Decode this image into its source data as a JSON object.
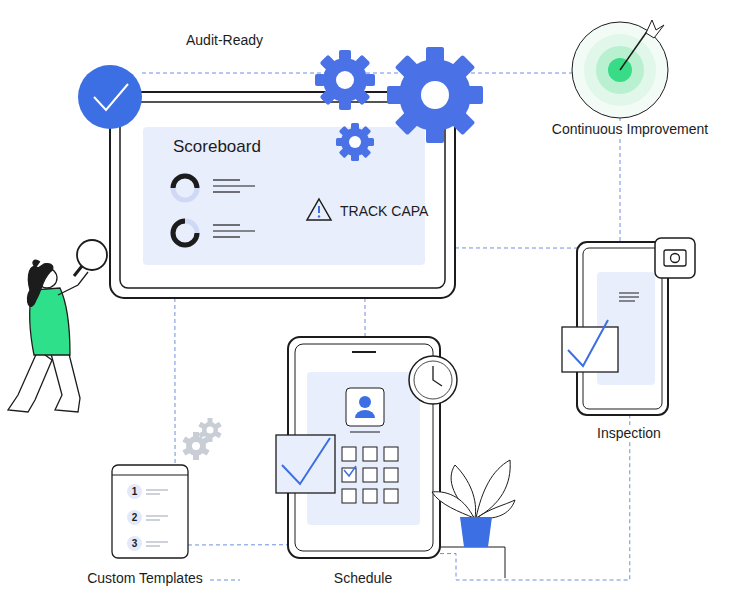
{
  "diagram": {
    "nodes": [
      {
        "text": [
          "Scoreboard",
          "TRACK CAPA"
        ]
      },
      {
        "text": [
          "Continuous Improvement"
        ]
      },
      {
        "text": [
          "Inspection"
        ]
      },
      {
        "text": [
          "Schedule"
        ]
      },
      {
        "text": [
          "1",
          "2",
          "3",
          "Custom Templates"
        ]
      },
      {
        "text": [
          "Audit-Ready"
        ]
      }
    ],
    "edges": [
      {
        "from": 5,
        "to": 1,
        "arrow": "none"
      },
      {
        "from": 1,
        "to": 2,
        "arrow": "none"
      },
      {
        "from": 0,
        "to": 2,
        "arrow": "none"
      },
      {
        "from": 0,
        "to": 3,
        "arrow": "none"
      },
      {
        "from": 0,
        "to": 4,
        "arrow": "none"
      },
      {
        "from": 4,
        "to": 3,
        "arrow": "none"
      },
      {
        "from": 3,
        "to": 2,
        "arrow": "none"
      }
    ]
  }
}
